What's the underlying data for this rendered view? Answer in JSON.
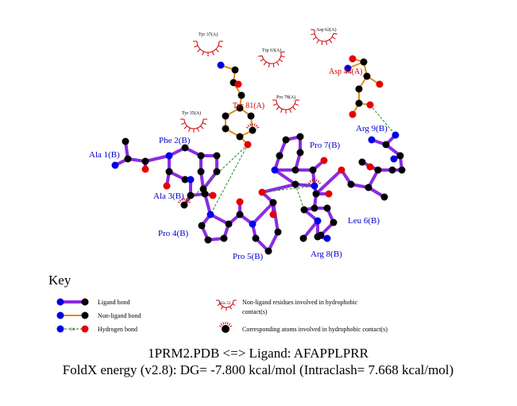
{
  "colors": {
    "ligand_bond": "#8a2be2",
    "nonligand_bond": "#d8901c",
    "hbond": "#1e8a1e",
    "carbon": "#000000",
    "nitrogen": "#0000e6",
    "oxygen": "#e60000",
    "ligand_label": "#0000cc",
    "protein_label": "#cc0000",
    "hydrophobic": "#cc0000"
  },
  "residues": {
    "ligand": [
      "Ala 1(B)",
      "Phe 2(B)",
      "Ala 3(B)",
      "Pro 4(B)",
      "Pro 5(B)",
      "Pro 7(B)",
      "Leu 6(B)",
      "Arg 8(B)",
      "Arg 9(B)"
    ],
    "protein": [
      "Tyr 81(A)",
      "Asp 44(A)"
    ],
    "hydrophobic": [
      "Tyr 37(A)",
      "Trp 63(A)",
      "Asp 62(A)",
      "Pro 78(A)",
      "Tyr 35(A)"
    ]
  },
  "key": {
    "title": "Key",
    "ligand_bond": "Ligand bond",
    "nonligand_bond": "Non-ligand bond",
    "hydrogen_bond": "Hydrogen bond",
    "hb_distance": "3.0",
    "his_label": "His 53",
    "hydrophobic_line1": "Non-ligand residues involved in hydrophobic",
    "hydrophobic_line2": "contact(s)",
    "corresponding": "Corresponding atoms involved in hydrophobic contact(s)"
  },
  "footer": {
    "line1": "1PRM2.PDB <=> Ligand: AFAPPLPRR",
    "line2": "FoldX energy (v2.8): DG= -7.800 kcal/mol (Intraclash= 7.668 kcal/mol)"
  }
}
